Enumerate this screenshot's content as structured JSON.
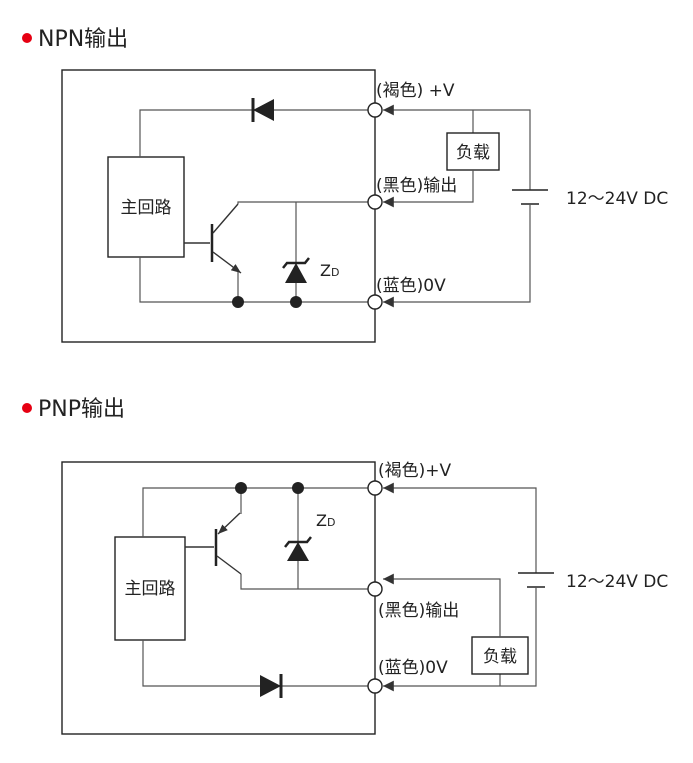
{
  "npn": {
    "title": "NPN输出",
    "circuit_label": "主回路",
    "brown_label": "(褐色) +V",
    "black_label": "(黑色)输出",
    "blue_label": "(蓝色)0V",
    "load_label": "负载",
    "zener_z": "Z",
    "zener_d": "D",
    "supply_label": "12～24V DC"
  },
  "pnp": {
    "title": "PNP输出",
    "circuit_label": "主回路",
    "brown_label": "(褐色)+V",
    "black_label": "(黑色)输出",
    "blue_label": "(蓝色)0V",
    "load_label": "负载",
    "zener_z": "Z",
    "zener_d": "D",
    "supply_label": "12～24V DC"
  },
  "colors": {
    "bullet": "#e60012",
    "line": "#555555",
    "text": "#222222"
  }
}
